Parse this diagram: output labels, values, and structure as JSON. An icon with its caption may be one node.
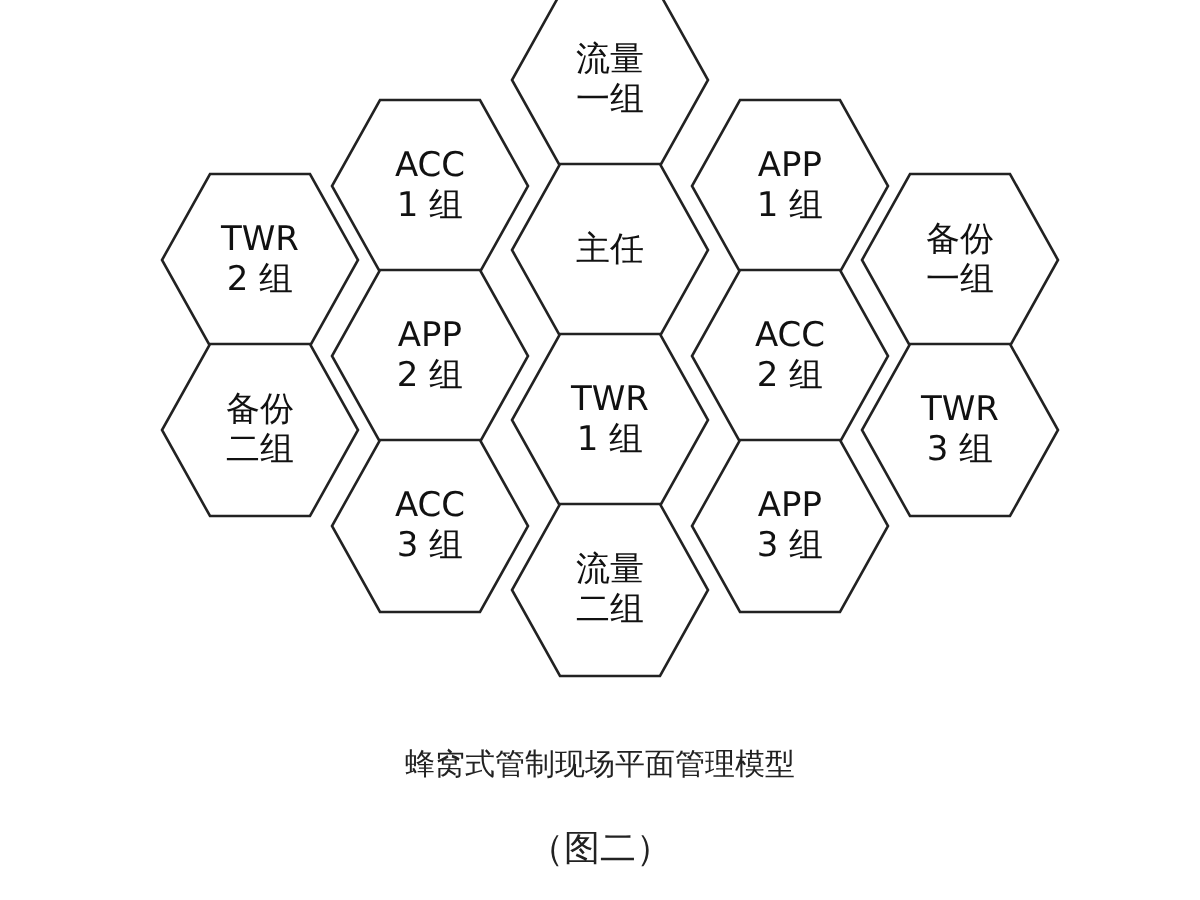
{
  "diagram": {
    "caption": "蜂窝式管制现场平面管理模型",
    "nodes": [
      {
        "text": [
          "流量一组"
        ]
      },
      {
        "text": [
          "ACC 1 组"
        ]
      },
      {
        "text": [
          "APP 1 组"
        ]
      },
      {
        "text": [
          "TWR 2 组"
        ]
      },
      {
        "text": [
          "主任"
        ]
      },
      {
        "text": [
          "备份一组"
        ]
      },
      {
        "text": [
          "APP 2 组"
        ]
      },
      {
        "text": [
          "ACC 2 组"
        ]
      },
      {
        "text": [
          "备份二组"
        ]
      },
      {
        "text": [
          "TWR 1 组"
        ]
      },
      {
        "text": [
          "TWR 3 组"
        ]
      },
      {
        "text": [
          "ACC 3 组"
        ]
      },
      {
        "text": [
          "APP 3 组"
        ]
      },
      {
        "text": [
          "流量二组"
        ]
      }
    ],
    "edges": [],
    "labels": [
      "（图二）"
    ]
  }
}
